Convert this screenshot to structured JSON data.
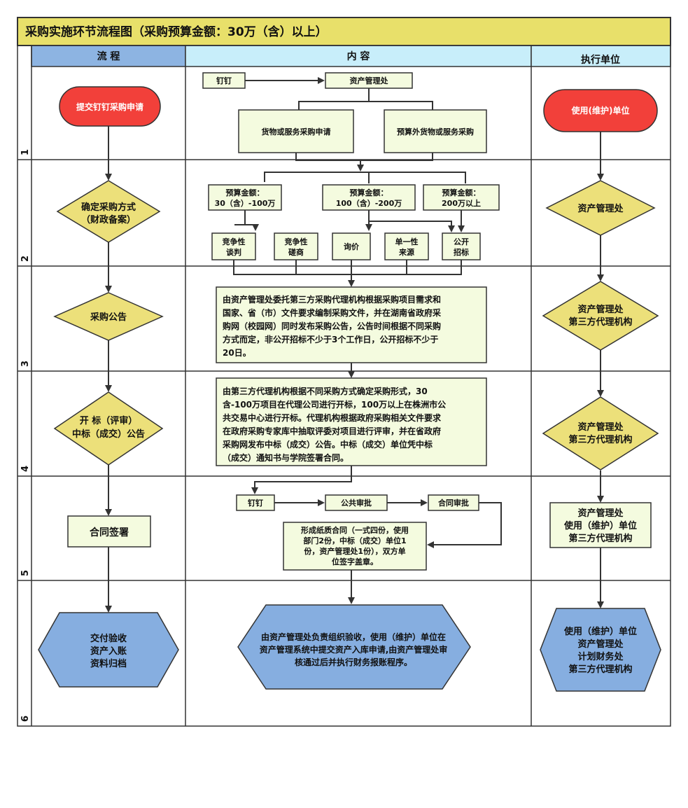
{
  "title": "采购实施环节流程图（采购预算金额：30万（含）以上）",
  "headers": {
    "process": "流  程",
    "content": "内  容",
    "executor": "执行单位"
  },
  "row_numbers": [
    "1",
    "2",
    "3",
    "4",
    "5",
    "6"
  ],
  "process": {
    "start": "提交钉钉采购申请",
    "determine": [
      "确定采购方式",
      "（财政备案）"
    ],
    "announce": "采购公告",
    "bid": [
      "开 标（评审）",
      "中标（成交）公告"
    ],
    "contract": "合同签署",
    "delivery": [
      "交付验收",
      "资产入账",
      "资料归档"
    ]
  },
  "content": {
    "dingding1": "钉钉",
    "asset_office": "资产管理处",
    "goods_apply": "货物或服务采购申请",
    "extra_budget": "预算外货物或服务采购",
    "budget1": [
      "预算金额：",
      "30（含）-100万"
    ],
    "budget2": [
      "预算金额：",
      "100（含）-200万"
    ],
    "budget3": [
      "预算金额：",
      "200万以上"
    ],
    "m_negotiation": [
      "竞争性",
      "谈判"
    ],
    "m_consultation": [
      "竞争性",
      "磋商"
    ],
    "m_inquiry": "询价",
    "m_single": [
      "单一性",
      "来源"
    ],
    "m_public": [
      "公开",
      "招标"
    ],
    "announce_text": [
      "由资产管理处委托第三方采购代理机构根据采购项目需求和",
      "国家、省（市）文件要求编制采购文件，并在湖南省政府采",
      "购网（校园网）同时发布采购公告，公告时间根据不同采购",
      "方式而定，非公开招标不少于3个工作日，公开招标不少于",
      "20日。"
    ],
    "bid_text": [
      "由第三方代理机构根据不同采购方式确定采购形式，30",
      "含-100万项目在代理公司进行开标，100万以上在株洲市公",
      "共交易中心进行开标。代理机构根据政府采购相关文件要求",
      "在政府采购专家库中抽取评委对项目进行评审，并在省政府",
      "采购网发布中标（成交）公告。中标（成交）单位凭中标",
      "（成交）通知书与学院签署合同。"
    ],
    "dingding2": "钉钉",
    "public_approval": "公共审批",
    "contract_approval": "合同审批",
    "paper_contract": [
      "形成纸质合同（一式四份，使用",
      "部门2份，中标（成交）单位1",
      "份，资产管理处1份），双方单",
      "位签字盖章。"
    ],
    "acceptance": [
      "由资产管理处负责组织验收，使用（维护）单位在",
      "资产管理系统中提交资产入库申请,由资产管理处审",
      "核通过后并执行财务报账程序。"
    ]
  },
  "executor": {
    "r1": "使用(维护)单位",
    "r2": "资产管理处",
    "r3": [
      "资产管理处",
      "第三方代理机构"
    ],
    "r4": [
      "资产管理处",
      "第三方代理机构"
    ],
    "r5": [
      "资产管理处",
      "使用（维护）单位",
      "第三方代理机构"
    ],
    "r6": [
      "使用（维护）单位",
      "资产管理处",
      "计划财务处",
      "第三方代理机构"
    ]
  },
  "colors": {
    "title_bg": "#e8e06a",
    "process_header": "#8db4e2",
    "content_header": "#c8eefa",
    "executor_header": "#c8eefa",
    "start_red": "#f2403a",
    "diamond": "#ece07a",
    "box": "#f4fbdf",
    "hexagon": "#86aee0"
  }
}
